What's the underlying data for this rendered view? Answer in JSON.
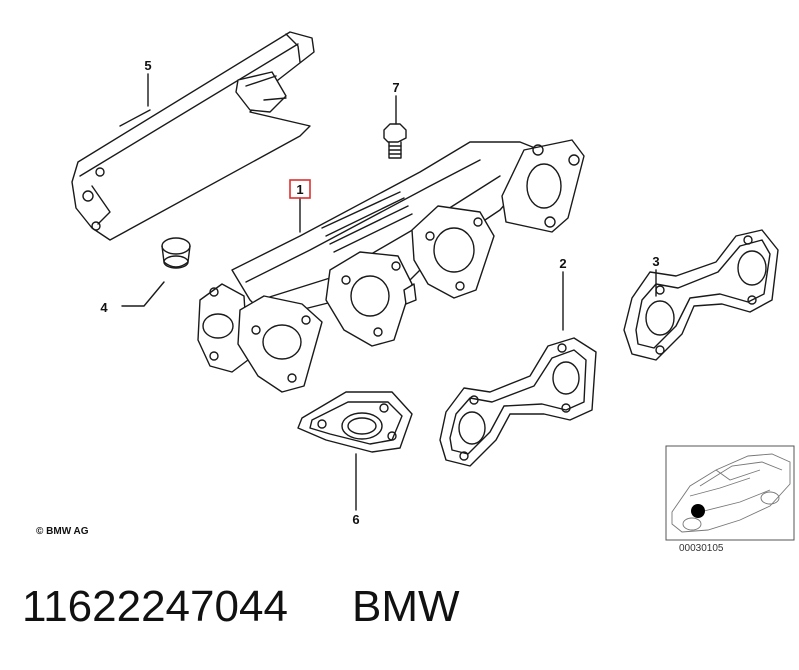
{
  "callouts": {
    "c1": "1",
    "c2": "2",
    "c3": "3",
    "c4": "4",
    "c5": "5",
    "c6": "6",
    "c7": "7"
  },
  "copyright": "© BMW AG",
  "inset_code": "00030105",
  "footer": {
    "part_number": "11622247044",
    "brand": "BMW"
  },
  "colors": {
    "line": "#1a1a1a",
    "highlight_box": "#e03030",
    "locator_dot": "#000000"
  }
}
